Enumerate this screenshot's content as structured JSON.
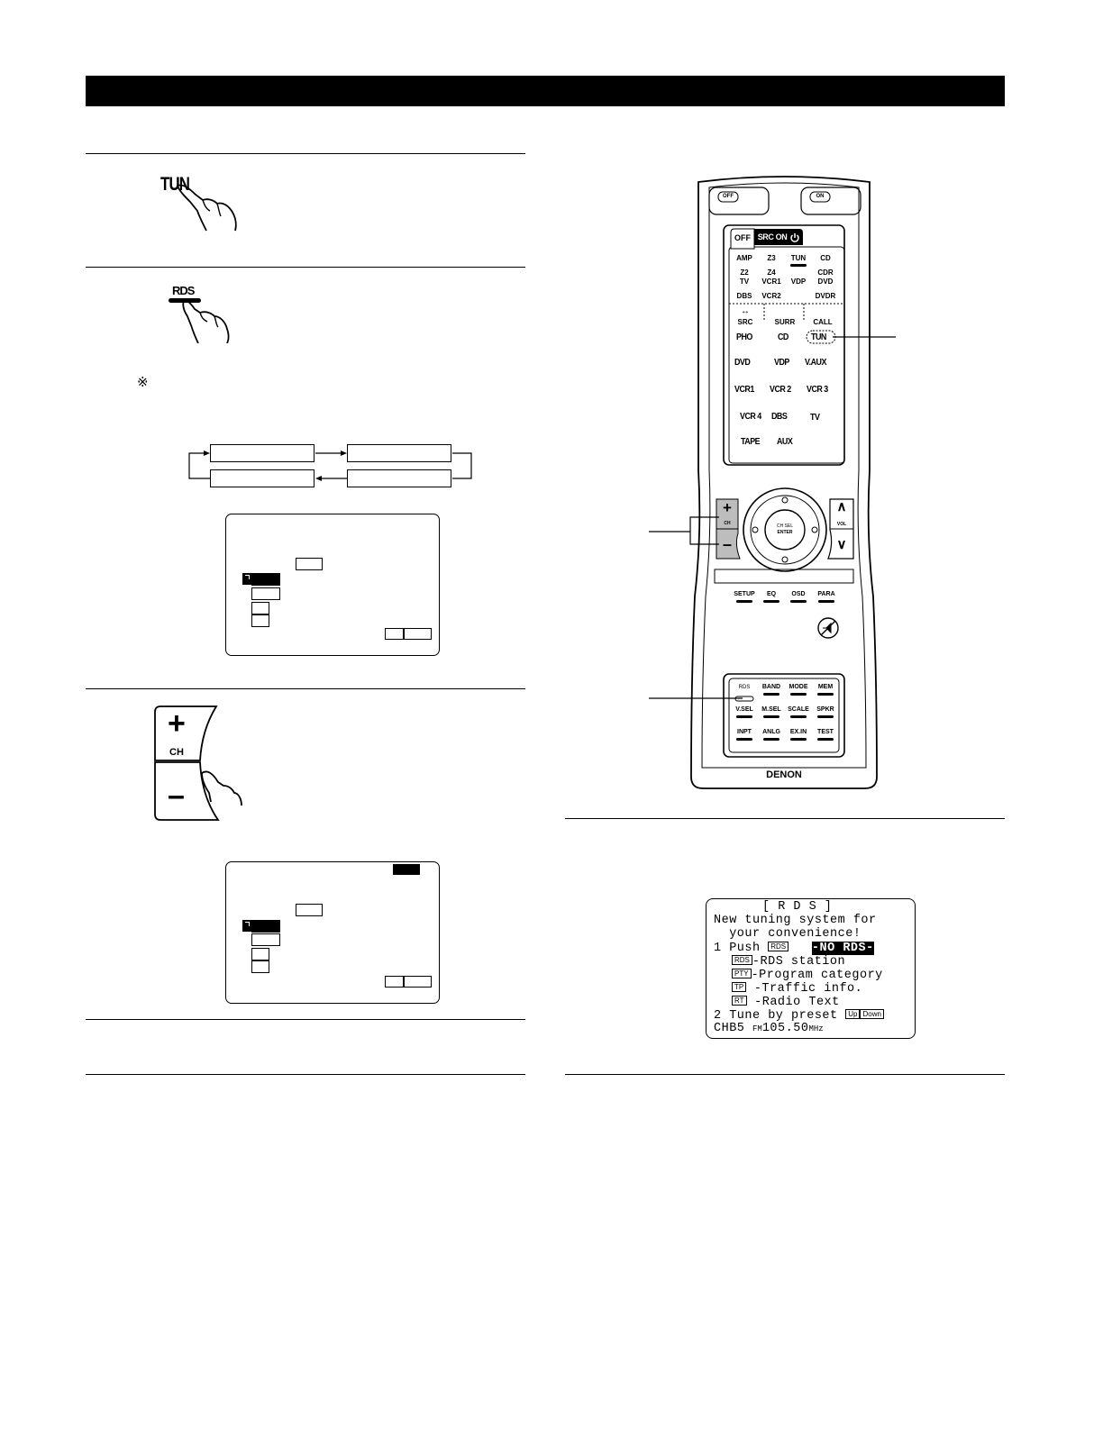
{
  "step1": {
    "key_label": "TUN"
  },
  "step2": {
    "key_label": "RDS",
    "note_mark": "※"
  },
  "step3": {
    "plus": "+",
    "ch": "CH",
    "minus": "–"
  },
  "rds_screen": {
    "title": "[ R D S ]",
    "line1": "New tuning system for",
    "line2": "  your convenience!",
    "line3_prefix": "1 Push ",
    "line3_key": "RDS",
    "line3_status": "-NO RDS-",
    "opt1_key": "RDS",
    "opt1_text": "-RDS station",
    "opt2_key": "PTY",
    "opt2_text": "-Program category",
    "opt3_key": "TP",
    "opt3_text": " -Traffic info.",
    "opt4_key": "RT",
    "opt4_text": " -Radio Text",
    "line8": "2 Tune by preset ",
    "key_up": "Up",
    "key_down": "Down",
    "line9_ch": "CHB5 ",
    "line9_band": "FM",
    "line9_freq": "105.50",
    "line9_unit": "MHz"
  },
  "remote": {
    "top_off": "OFF",
    "top_on": "ON",
    "tab_off": "OFF",
    "tab_src_on": "SRC ON",
    "row1": [
      "AMP",
      "Z3",
      "TUN",
      "CD"
    ],
    "row2a": [
      "Z2",
      "Z4",
      "",
      "CDR"
    ],
    "row2b": [
      "TV",
      "VCR1",
      "VDP",
      "DVD"
    ],
    "row3": [
      "DBS",
      "VCR2",
      "DVDR"
    ],
    "row4a": [
      "↔",
      "",
      ""
    ],
    "row4b": [
      "SRC",
      "SURR",
      "CALL"
    ],
    "src1": [
      "PHO",
      "CD",
      "TUN"
    ],
    "src2": [
      "DVD",
      "VDP",
      "V.AUX"
    ],
    "src3": [
      "VCR1",
      "VCR 2",
      "VCR 3"
    ],
    "src4": [
      "VCR 4",
      "DBS",
      "TV"
    ],
    "src5": [
      "TAPE",
      "AUX"
    ],
    "ch_plus": "+",
    "ch_label": "CH",
    "ch_minus": "–",
    "enter1": "CH SEL",
    "enter2": "ENTER",
    "vol_up": "∧",
    "vol_label": "VOL",
    "vol_down": "∨",
    "mid": [
      "SETUP",
      "EQ",
      "OSD",
      "PARA"
    ],
    "bot1": [
      "RDS",
      "BAND",
      "MODE",
      "MEM"
    ],
    "bot2": [
      "V.SEL",
      "M.SEL",
      "SCALE",
      "SPKR"
    ],
    "bot3": [
      "INPT",
      "ANLG",
      "EX.IN",
      "TEST"
    ],
    "brand": "DENON"
  }
}
